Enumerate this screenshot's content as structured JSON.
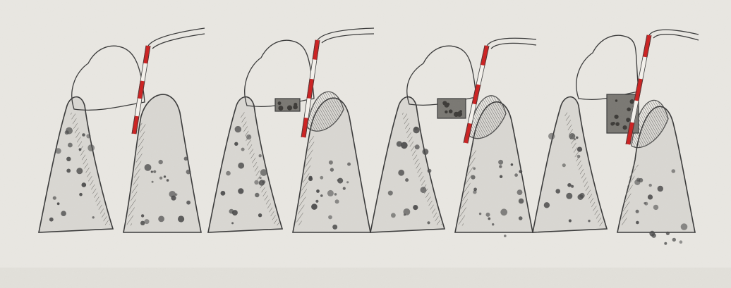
{
  "figure": {
    "paper_color": "#e9e7e2",
    "paper_shadow_color": "#dcd9d2",
    "pencil_color": "#3a3a3a",
    "bone_fill_color": "#d9d7d2",
    "trabecula_color": "#4a4a4a",
    "probe_red": "#cc2222",
    "probe_white": "#f4f1ec",
    "calculus_color": "#7a7873",
    "calculus_dark": "#3d3b38",
    "panel_count": 4,
    "probe_depth_levels": [
      1,
      2,
      3,
      4
    ],
    "calculus_present": [
      false,
      true,
      true,
      true
    ]
  }
}
